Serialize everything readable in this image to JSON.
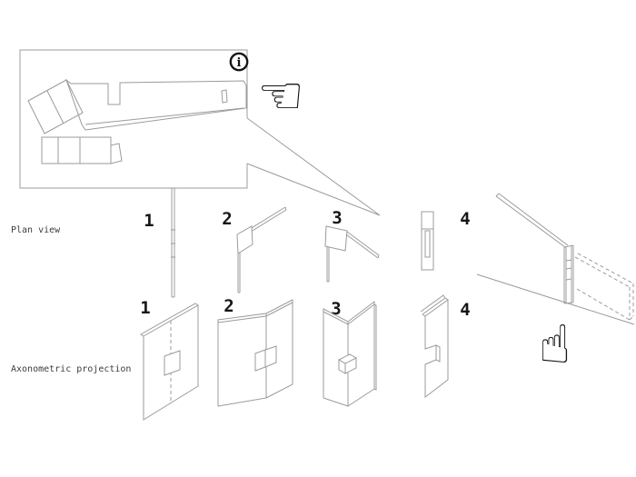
{
  "colors": {
    "line_gray": "#9b9b9b",
    "ink_black": "#161616",
    "label_gray": "#3d3d3d",
    "background": "#ffffff"
  },
  "overview": {
    "info_icon_glyph": "i"
  },
  "icons": {
    "point_left_glyph": "☜",
    "point_up_glyph": "☝"
  },
  "plan_view": {
    "label": "Plan view",
    "steps": [
      "1",
      "2",
      "3",
      "4"
    ]
  },
  "axonometric": {
    "label": "Axonometric projection",
    "steps": [
      "1",
      "2",
      "3",
      "4"
    ]
  }
}
